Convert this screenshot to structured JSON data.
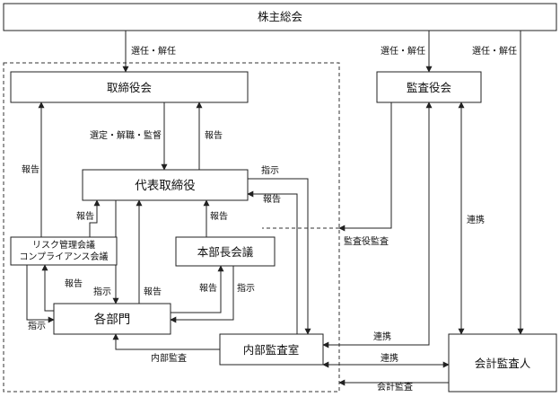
{
  "boxes": {
    "shareholders": "株主総会",
    "board": "取締役会",
    "auditors": "監査役会",
    "president": "代表取締役",
    "risk_line1": "リスク管理会議",
    "risk_line2": "コンプライアンス会議",
    "exec_meeting": "本部長会議",
    "departments": "各部門",
    "internal_audit": "内部監査室",
    "accounting_auditor": "会計監査人"
  },
  "edges": {
    "elect_dismiss_board": "選任・解任",
    "elect_dismiss_auditors": "選任・解任",
    "elect_dismiss_accounting": "選任・解任",
    "appoint_supervise": "選定・解職・監督",
    "report_president_board": "報告",
    "report_risk_board": "報告",
    "report_risk_president": "報告",
    "instruct_president_depts": "指示",
    "report_depts_president": "報告",
    "report_exec_president": "報告",
    "report_depts_exec": "報告",
    "instruct_exec_depts": "指示",
    "report_depts_risk": "報告",
    "instruct_risk_depts": "指示",
    "instruct_president_audit": "指示",
    "report_audit_president": "報告",
    "auditor_audit": "監査役監査",
    "cooperate_auditors_accounting": "連携",
    "cooperate_auditors_audit": "連携",
    "cooperate_audit_accounting": "連携",
    "internal_audit_depts": "内部監査",
    "accounting_audit": "会計監査"
  }
}
